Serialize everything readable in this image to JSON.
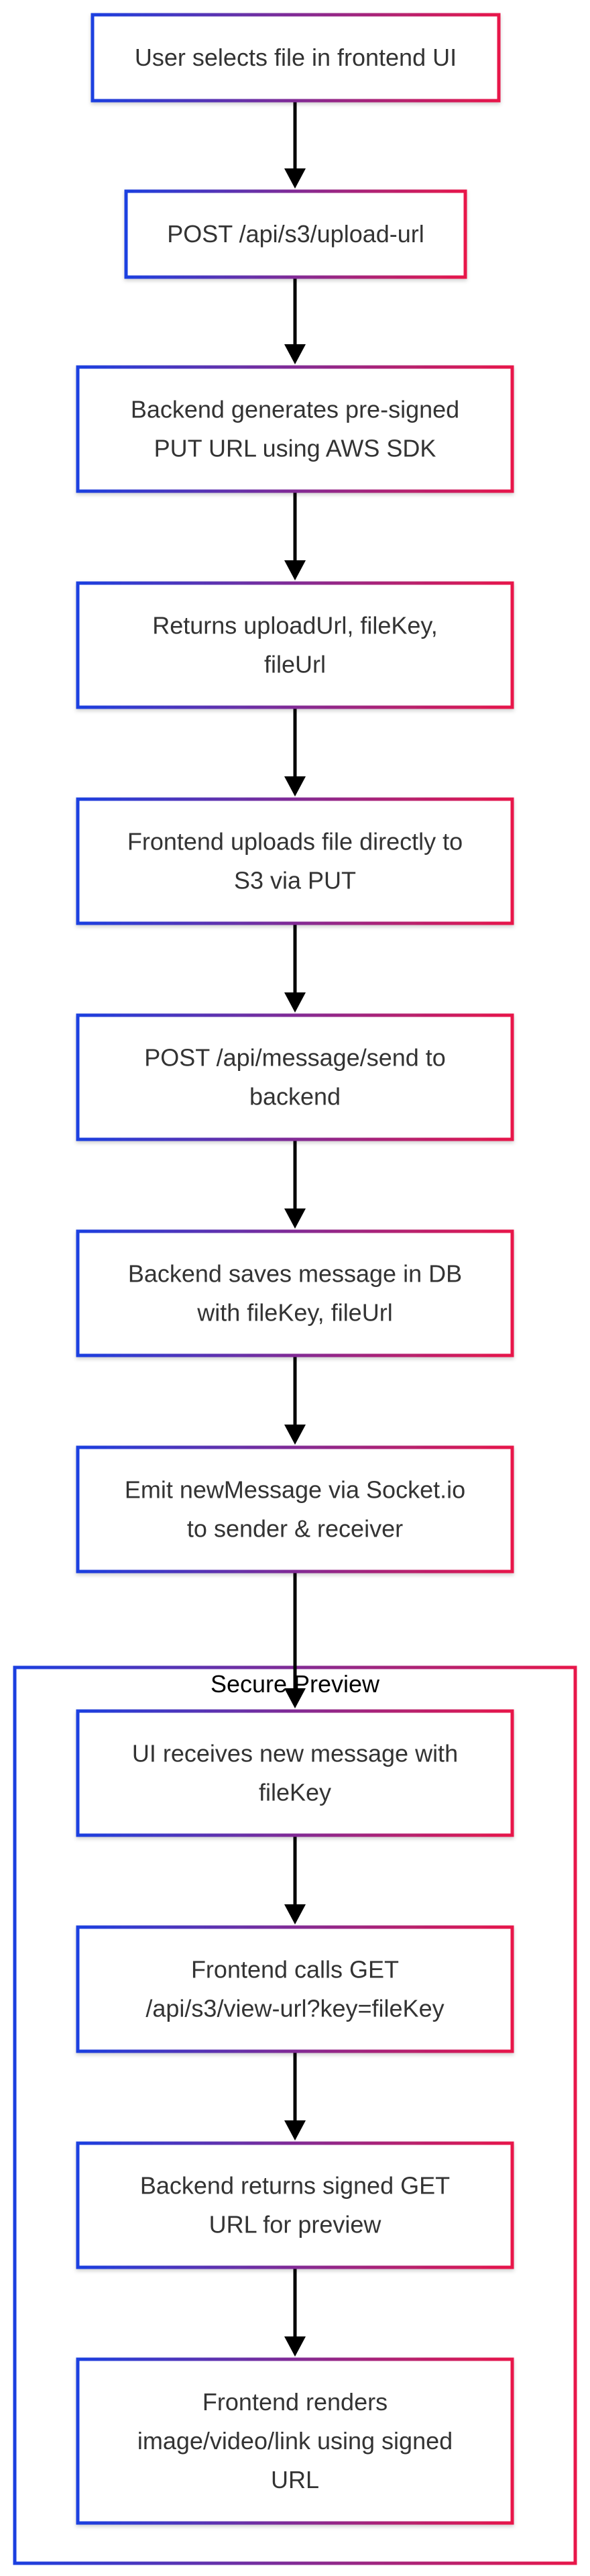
{
  "nodes": [
    {
      "id": "n1",
      "lines": [
        "User selects file in frontend UI"
      ]
    },
    {
      "id": "n2",
      "lines": [
        "POST /api/s3/upload-url"
      ]
    },
    {
      "id": "n3",
      "lines": [
        "Backend generates pre-signed",
        "PUT URL using AWS SDK"
      ]
    },
    {
      "id": "n4",
      "lines": [
        "Returns uploadUrl, fileKey,",
        "fileUrl"
      ]
    },
    {
      "id": "n5",
      "lines": [
        "Frontend uploads file directly to",
        "S3 via PUT"
      ]
    },
    {
      "id": "n6",
      "lines": [
        "POST /api/message/send to",
        "backend"
      ]
    },
    {
      "id": "n7",
      "lines": [
        "Backend saves message in DB",
        "with fileKey, fileUrl"
      ]
    },
    {
      "id": "n8",
      "lines": [
        "Emit newMessage via Socket.io",
        "to sender & receiver"
      ]
    },
    {
      "id": "n9",
      "lines": [
        "UI receives new message with",
        "fileKey"
      ]
    },
    {
      "id": "n10",
      "lines": [
        "Frontend calls GET",
        "/api/s3/view-url?key=fileKey"
      ]
    },
    {
      "id": "n11",
      "lines": [
        "Backend returns signed GET",
        "URL for preview"
      ]
    },
    {
      "id": "n12",
      "lines": [
        "Frontend renders",
        "image/video/link using signed",
        "URL"
      ]
    }
  ],
  "edges": [
    [
      "n1",
      "n2"
    ],
    [
      "n2",
      "n3"
    ],
    [
      "n3",
      "n4"
    ],
    [
      "n4",
      "n5"
    ],
    [
      "n5",
      "n6"
    ],
    [
      "n6",
      "n7"
    ],
    [
      "n7",
      "n8"
    ],
    [
      "n8",
      "n9"
    ],
    [
      "n9",
      "n10"
    ],
    [
      "n10",
      "n11"
    ],
    [
      "n11",
      "n12"
    ]
  ],
  "group": {
    "label": "Secure Preview",
    "members": [
      "n9",
      "n10",
      "n11",
      "n12"
    ]
  },
  "colors": {
    "gradient_start": "#1b3fe0",
    "gradient_end": "#e8174a",
    "arrow": "#000000",
    "text": "#333333"
  }
}
